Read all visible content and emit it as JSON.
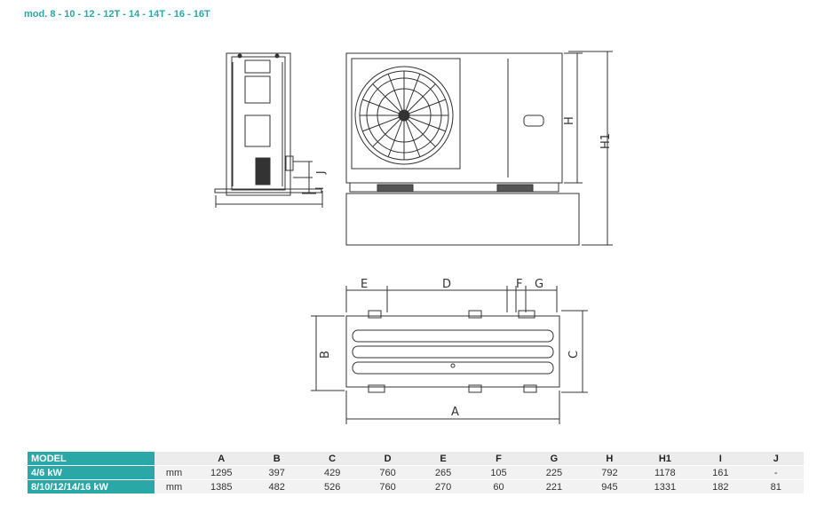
{
  "heading": "mod. 8 - 10 - 12 - 12T - 14 - 14T - 16 - 16T",
  "drawing_labels": {
    "H": "H",
    "H1": "H1",
    "I": "I",
    "J": "J",
    "E": "E",
    "D": "D",
    "F": "F",
    "G": "G",
    "B": "B",
    "C": "C",
    "A": "A"
  },
  "table": {
    "header": {
      "model": "MODEL",
      "unit": "",
      "cols": [
        "A",
        "B",
        "C",
        "D",
        "E",
        "F",
        "G",
        "H",
        "H1",
        "I",
        "J"
      ]
    },
    "rows": [
      {
        "model": "4/6 kW",
        "unit": "mm",
        "values": [
          "1295",
          "397",
          "429",
          "760",
          "265",
          "105",
          "225",
          "792",
          "1178",
          "161",
          "-"
        ]
      },
      {
        "model": "8/10/12/14/16 kW",
        "unit": "mm",
        "values": [
          "1385",
          "482",
          "526",
          "760",
          "270",
          "60",
          "221",
          "945",
          "1331",
          "182",
          "81"
        ]
      }
    ]
  }
}
